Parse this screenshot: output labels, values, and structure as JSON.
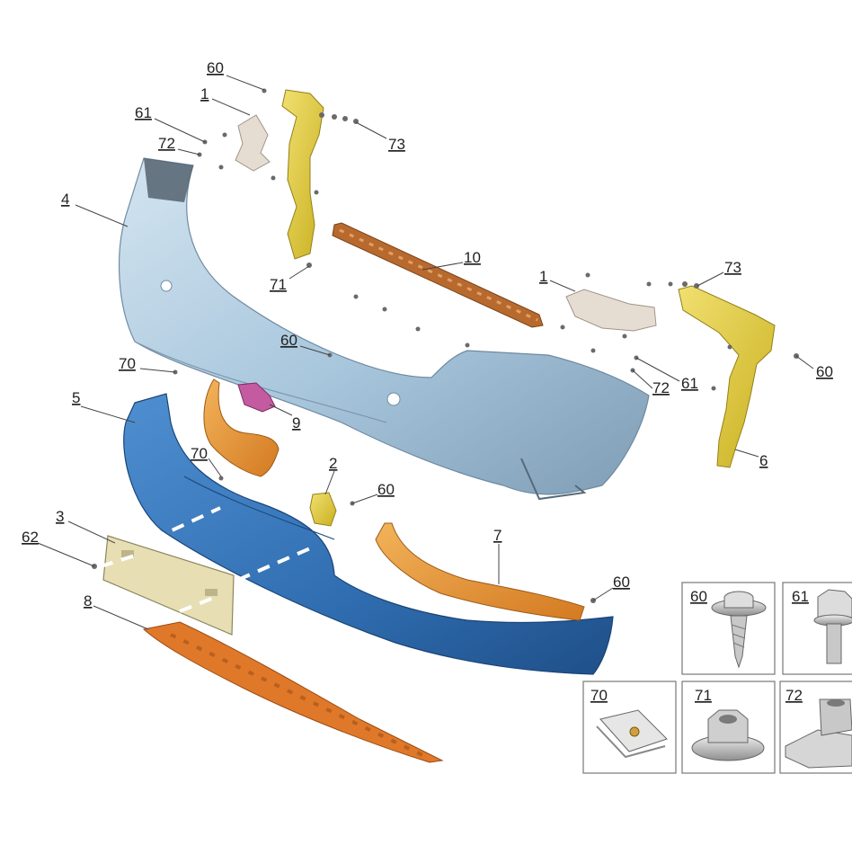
{
  "colors": {
    "upper_cover": "#a9c7dd",
    "lower_cover": "#2f6db0",
    "plate": "#e7dfb3",
    "diffuser": "#e0782a",
    "bracket_yellow": "#e3cf3c",
    "bracket_white": "#e6ddd2",
    "reflector_orange": "#e89a3a",
    "carrier_brown": "#b86a2e",
    "sensor_purple": "#c45aa0"
  },
  "parts": {
    "upper_cover": "4",
    "lower_cover": "5",
    "license_plate": "3",
    "diffuser": "8",
    "carrier": "10",
    "bracket_right": "6",
    "bracket_left_upper": "1",
    "bracket_right_upper": "1",
    "reflector_left": "9",
    "inner_left": "70",
    "inner_right": "7",
    "mount_center": "2"
  },
  "callouts": [
    {
      "text": "60"
    },
    {
      "text": "1"
    },
    {
      "text": "61"
    },
    {
      "text": "72"
    },
    {
      "text": "73"
    },
    {
      "text": "4"
    },
    {
      "text": "10"
    },
    {
      "text": "71"
    },
    {
      "text": "1"
    },
    {
      "text": "73"
    },
    {
      "text": "60"
    },
    {
      "text": "60"
    },
    {
      "text": "61"
    },
    {
      "text": "72"
    },
    {
      "text": "70"
    },
    {
      "text": "5"
    },
    {
      "text": "9"
    },
    {
      "text": "70"
    },
    {
      "text": "6"
    },
    {
      "text": "2"
    },
    {
      "text": "60"
    },
    {
      "text": "3"
    },
    {
      "text": "7"
    },
    {
      "text": "62"
    },
    {
      "text": "60"
    },
    {
      "text": "8"
    }
  ],
  "detail_boxes": [
    {
      "label": "60",
      "icon": "flange-screw-icon"
    },
    {
      "label": "61",
      "icon": "hex-bolt-icon"
    },
    {
      "label": "70",
      "icon": "spring-clip-icon"
    },
    {
      "label": "71",
      "icon": "flange-nut-icon"
    },
    {
      "label": "72",
      "icon": "clip-nut-icon"
    }
  ]
}
